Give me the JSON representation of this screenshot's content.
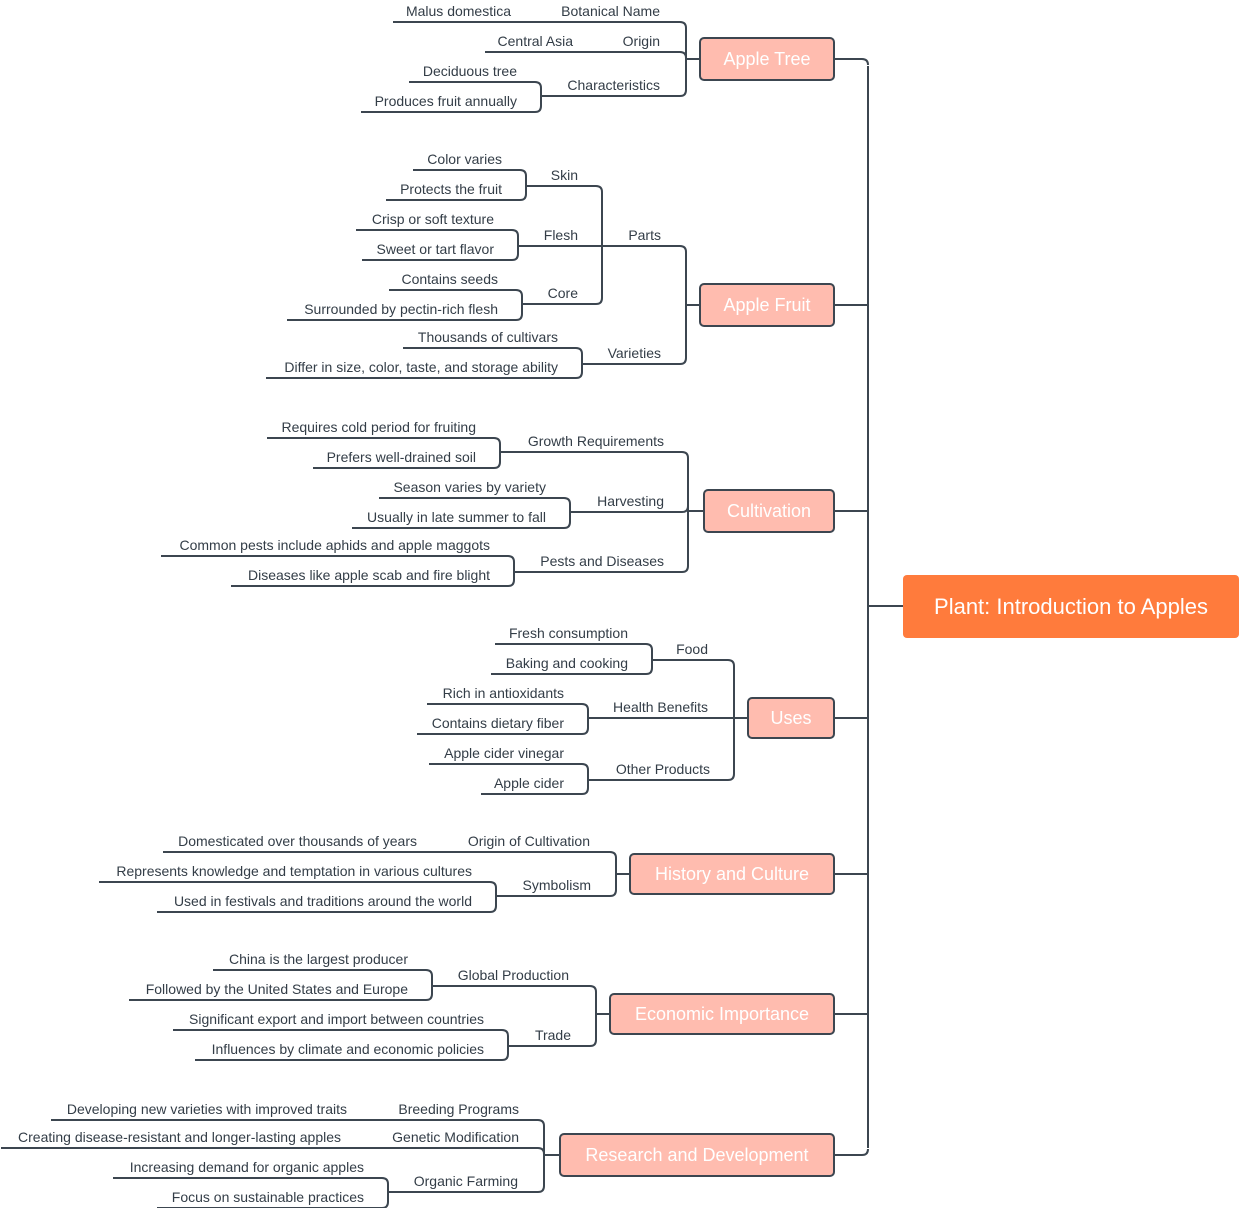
{
  "root": {
    "label": "Plant: Introduction to Apples",
    "color": "#ff7b3c"
  },
  "colors": {
    "branch_fill": "#ffbcaf",
    "line": "#3c4650",
    "text": "#333d47"
  },
  "branches": [
    {
      "label": "Apple Tree",
      "children": [
        {
          "label": "Botanical Name",
          "children": [
            {
              "label": "Malus domestica"
            }
          ]
        },
        {
          "label": "Origin",
          "children": [
            {
              "label": "Central Asia"
            }
          ]
        },
        {
          "label": "Characteristics",
          "children": [
            {
              "label": "Deciduous tree"
            },
            {
              "label": "Produces fruit annually"
            }
          ]
        }
      ]
    },
    {
      "label": "Apple Fruit",
      "children": [
        {
          "label": "Parts",
          "children": [
            {
              "label": "Skin",
              "children": [
                {
                  "label": "Color varies"
                },
                {
                  "label": "Protects the fruit"
                }
              ]
            },
            {
              "label": "Flesh",
              "children": [
                {
                  "label": "Crisp or soft texture"
                },
                {
                  "label": "Sweet or tart flavor"
                }
              ]
            },
            {
              "label": "Core",
              "children": [
                {
                  "label": "Contains seeds"
                },
                {
                  "label": "Surrounded by pectin-rich flesh"
                }
              ]
            }
          ]
        },
        {
          "label": "Varieties",
          "children": [
            {
              "label": "Thousands of cultivars"
            },
            {
              "label": "Differ in size, color, taste, and storage ability"
            }
          ]
        }
      ]
    },
    {
      "label": "Cultivation",
      "children": [
        {
          "label": "Growth Requirements",
          "children": [
            {
              "label": "Requires cold period for fruiting"
            },
            {
              "label": "Prefers well-drained soil"
            }
          ]
        },
        {
          "label": "Harvesting",
          "children": [
            {
              "label": "Season varies by variety"
            },
            {
              "label": "Usually in late summer to fall"
            }
          ]
        },
        {
          "label": "Pests and Diseases",
          "children": [
            {
              "label": "Common pests include aphids and apple maggots"
            },
            {
              "label": "Diseases like apple scab and fire blight"
            }
          ]
        }
      ]
    },
    {
      "label": "Uses",
      "children": [
        {
          "label": "Food",
          "children": [
            {
              "label": "Fresh consumption"
            },
            {
              "label": "Baking and cooking"
            }
          ]
        },
        {
          "label": "Health Benefits",
          "children": [
            {
              "label": "Rich in antioxidants"
            },
            {
              "label": "Contains dietary fiber"
            }
          ]
        },
        {
          "label": "Other Products",
          "children": [
            {
              "label": "Apple cider vinegar"
            },
            {
              "label": "Apple cider"
            }
          ]
        }
      ]
    },
    {
      "label": "History and Culture",
      "children": [
        {
          "label": "Origin of Cultivation",
          "children": [
            {
              "label": "Domesticated over thousands of years"
            }
          ]
        },
        {
          "label": "Symbolism",
          "children": [
            {
              "label": "Represents knowledge and temptation in various cultures"
            },
            {
              "label": "Used in festivals and traditions around the world"
            }
          ]
        }
      ]
    },
    {
      "label": "Economic Importance",
      "children": [
        {
          "label": "Global Production",
          "children": [
            {
              "label": "China is the largest producer"
            },
            {
              "label": "Followed by the United States and Europe"
            }
          ]
        },
        {
          "label": "Trade",
          "children": [
            {
              "label": "Significant export and import between countries"
            },
            {
              "label": "Influences by climate and economic policies"
            }
          ]
        }
      ]
    },
    {
      "label": "Research and Development",
      "children": [
        {
          "label": "Breeding Programs",
          "children": [
            {
              "label": "Developing new varieties with improved traits"
            }
          ]
        },
        {
          "label": "Genetic Modification",
          "children": [
            {
              "label": "Creating disease-resistant and longer-lasting apples"
            }
          ]
        },
        {
          "label": "Organic Farming",
          "children": [
            {
              "label": "Increasing demand for organic apples"
            },
            {
              "label": "Focus on sustainable practices"
            }
          ]
        }
      ]
    }
  ]
}
